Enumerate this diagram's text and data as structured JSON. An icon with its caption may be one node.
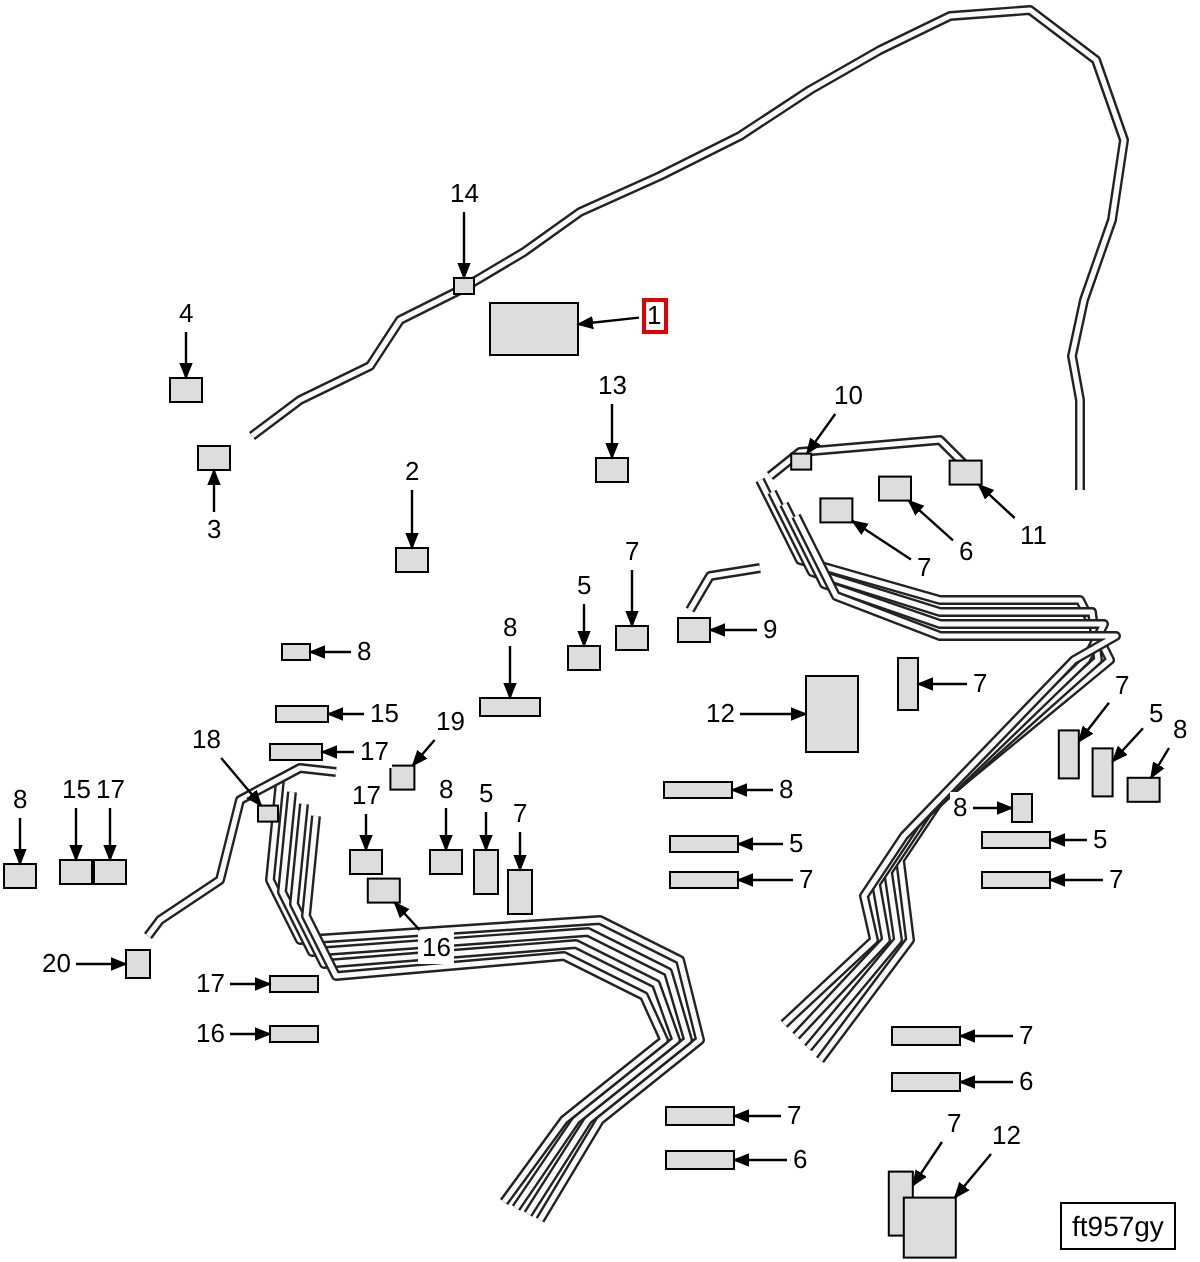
{
  "diagram": {
    "nodes": [
      {
        "text": [
          "14"
        ]
      },
      {
        "text": [
          "4"
        ]
      },
      {
        "text": [
          "1"
        ]
      },
      {
        "text": [
          "13"
        ]
      },
      {
        "text": [
          "10"
        ]
      },
      {
        "text": [
          "2"
        ]
      },
      {
        "text": [
          "3"
        ]
      },
      {
        "text": [
          "11"
        ]
      },
      {
        "text": [
          "6"
        ]
      },
      {
        "text": [
          "7"
        ]
      },
      {
        "text": [
          "7"
        ]
      },
      {
        "text": [
          "5"
        ]
      },
      {
        "text": [
          "9"
        ]
      },
      {
        "text": [
          "8"
        ]
      },
      {
        "text": [
          "8"
        ]
      },
      {
        "text": [
          "12"
        ]
      },
      {
        "text": [
          "7"
        ]
      },
      {
        "text": [
          "7"
        ]
      },
      {
        "text": [
          "15"
        ]
      },
      {
        "text": [
          "19"
        ]
      },
      {
        "text": [
          "5"
        ]
      },
      {
        "text": [
          "8"
        ]
      },
      {
        "text": [
          "18"
        ]
      },
      {
        "text": [
          "17"
        ]
      },
      {
        "text": [
          "8"
        ]
      },
      {
        "text": [
          "15"
        ]
      },
      {
        "text": [
          "17"
        ]
      },
      {
        "text": [
          "8"
        ]
      },
      {
        "text": [
          "17"
        ]
      },
      {
        "text": [
          "8"
        ]
      },
      {
        "text": [
          "5"
        ]
      },
      {
        "text": [
          "8"
        ]
      },
      {
        "text": [
          "5"
        ]
      },
      {
        "text": [
          "7"
        ]
      },
      {
        "text": [
          "5"
        ]
      },
      {
        "text": [
          "7"
        ]
      },
      {
        "text": [
          "7"
        ]
      },
      {
        "text": [
          "16"
        ]
      },
      {
        "text": [
          "20"
        ]
      },
      {
        "text": [
          "17"
        ]
      },
      {
        "text": [
          "7"
        ]
      },
      {
        "text": [
          "16"
        ]
      },
      {
        "text": [
          "6"
        ]
      },
      {
        "text": [
          "7"
        ]
      },
      {
        "text": [
          "7"
        ]
      },
      {
        "text": [
          "12"
        ]
      },
      {
        "text": [
          "6"
        ]
      },
      {
        "text": [],
        "shape": "box"
      },
      {
        "text": [],
        "shape": "box"
      },
      {
        "text": [],
        "shape": "box"
      },
      {
        "text": [],
        "shape": "box"
      },
      {
        "text": [],
        "shape": "box"
      },
      {
        "text": [],
        "shape": "box"
      },
      {
        "text": [],
        "shape": "box"
      },
      {
        "text": [],
        "shape": "box"
      },
      {
        "text": [],
        "shape": "box"
      },
      {
        "text": [],
        "shape": "box"
      },
      {
        "text": [],
        "shape": "box"
      },
      {
        "text": [],
        "shape": "box"
      },
      {
        "text": [],
        "shape": "box"
      },
      {
        "text": [],
        "shape": "box"
      },
      {
        "text": [],
        "shape": "box"
      },
      {
        "text": [],
        "shape": "box"
      },
      {
        "text": [],
        "shape": "box"
      },
      {
        "text": [],
        "shape": "box"
      },
      {
        "text": [],
        "shape": "box"
      },
      {
        "text": [],
        "shape": "box"
      },
      {
        "text": [],
        "shape": "box"
      },
      {
        "text": [],
        "shape": "box"
      },
      {
        "text": [],
        "shape": "box"
      },
      {
        "text": [],
        "shape": "box"
      },
      {
        "text": [],
        "shape": "box"
      },
      {
        "text": [],
        "shape": "box"
      },
      {
        "text": [],
        "shape": "box"
      },
      {
        "text": [],
        "shape": "box"
      },
      {
        "text": [],
        "shape": "box"
      },
      {
        "text": [],
        "shape": "box"
      },
      {
        "text": [],
        "shape": "box"
      },
      {
        "text": [],
        "shape": "box"
      },
      {
        "text": [],
        "shape": "box"
      },
      {
        "text": [],
        "shape": "box"
      },
      {
        "text": [],
        "shape": "box"
      },
      {
        "text": [],
        "shape": "box"
      },
      {
        "text": [],
        "shape": "box"
      },
      {
        "text": [],
        "shape": "box"
      },
      {
        "text": [],
        "shape": "box"
      },
      {
        "text": [],
        "shape": "box"
      },
      {
        "text": [],
        "shape": "box"
      },
      {
        "text": [],
        "shape": "box"
      },
      {
        "text": [],
        "shape": "box"
      },
      {
        "text": [],
        "shape": "box"
      },
      {
        "text": [],
        "shape": "box"
      },
      {
        "text": [],
        "shape": "box"
      },
      {
        "text": [],
        "shape": "box"
      }
    ],
    "edges": [
      {
        "from": 0,
        "to": 47,
        "arrow": "to"
      },
      {
        "from": 1,
        "to": 48,
        "arrow": "to"
      },
      {
        "from": 2,
        "to": 49,
        "arrow": "to"
      },
      {
        "from": 3,
        "to": 50,
        "arrow": "to"
      },
      {
        "from": 4,
        "to": 51,
        "arrow": "to"
      },
      {
        "from": 5,
        "to": 52,
        "arrow": "to"
      },
      {
        "from": 6,
        "to": 53,
        "arrow": "to"
      },
      {
        "from": 7,
        "to": 54,
        "arrow": "to"
      },
      {
        "from": 8,
        "to": 55,
        "arrow": "to"
      },
      {
        "from": 9,
        "to": 56,
        "arrow": "to"
      },
      {
        "from": 10,
        "to": 57,
        "arrow": "to"
      },
      {
        "from": 11,
        "to": 58,
        "arrow": "to"
      },
      {
        "from": 12,
        "to": 59,
        "arrow": "to"
      },
      {
        "from": 13,
        "to": 60,
        "arrow": "to"
      },
      {
        "from": 14,
        "to": 61,
        "arrow": "to"
      },
      {
        "from": 15,
        "to": 62,
        "arrow": "to"
      },
      {
        "from": 16,
        "to": 63,
        "arrow": "to"
      },
      {
        "from": 17,
        "to": 64,
        "arrow": "to"
      },
      {
        "from": 18,
        "to": 65,
        "arrow": "to"
      },
      {
        "from": 19,
        "to": 66,
        "arrow": "to"
      },
      {
        "from": 20,
        "to": 67,
        "arrow": "to"
      },
      {
        "from": 21,
        "to": 68,
        "arrow": "to"
      },
      {
        "from": 22,
        "to": 69,
        "arrow": "to"
      },
      {
        "from": 23,
        "to": 70,
        "arrow": "to"
      },
      {
        "from": 24,
        "to": 71,
        "arrow": "to"
      },
      {
        "from": 25,
        "to": 72,
        "arrow": "to"
      },
      {
        "from": 26,
        "to": 73,
        "arrow": "to"
      },
      {
        "from": 27,
        "to": 74,
        "arrow": "to"
      },
      {
        "from": 28,
        "to": 75,
        "arrow": "to"
      },
      {
        "from": 29,
        "to": 76,
        "arrow": "to"
      },
      {
        "from": 30,
        "to": 77,
        "arrow": "to"
      },
      {
        "from": 31,
        "to": 78,
        "arrow": "to"
      },
      {
        "from": 32,
        "to": 79,
        "arrow": "to"
      },
      {
        "from": 33,
        "to": 80,
        "arrow": "to"
      },
      {
        "from": 34,
        "to": 81,
        "arrow": "to"
      },
      {
        "from": 35,
        "to": 82,
        "arrow": "to"
      },
      {
        "from": 36,
        "to": 83,
        "arrow": "to"
      },
      {
        "from": 37,
        "to": 84,
        "arrow": "to"
      },
      {
        "from": 38,
        "to": 85,
        "arrow": "to"
      },
      {
        "from": 39,
        "to": 86,
        "arrow": "to"
      },
      {
        "from": 40,
        "to": 87,
        "arrow": "to"
      },
      {
        "from": 41,
        "to": 88,
        "arrow": "to"
      },
      {
        "from": 42,
        "to": 89,
        "arrow": "to"
      },
      {
        "from": 43,
        "to": 90,
        "arrow": "to"
      },
      {
        "from": 44,
        "to": 91,
        "arrow": "to"
      },
      {
        "from": 45,
        "to": 92,
        "arrow": "to"
      },
      {
        "from": 46,
        "to": 93,
        "arrow": "to"
      }
    ],
    "labels": [
      "ft957gy"
    ]
  }
}
